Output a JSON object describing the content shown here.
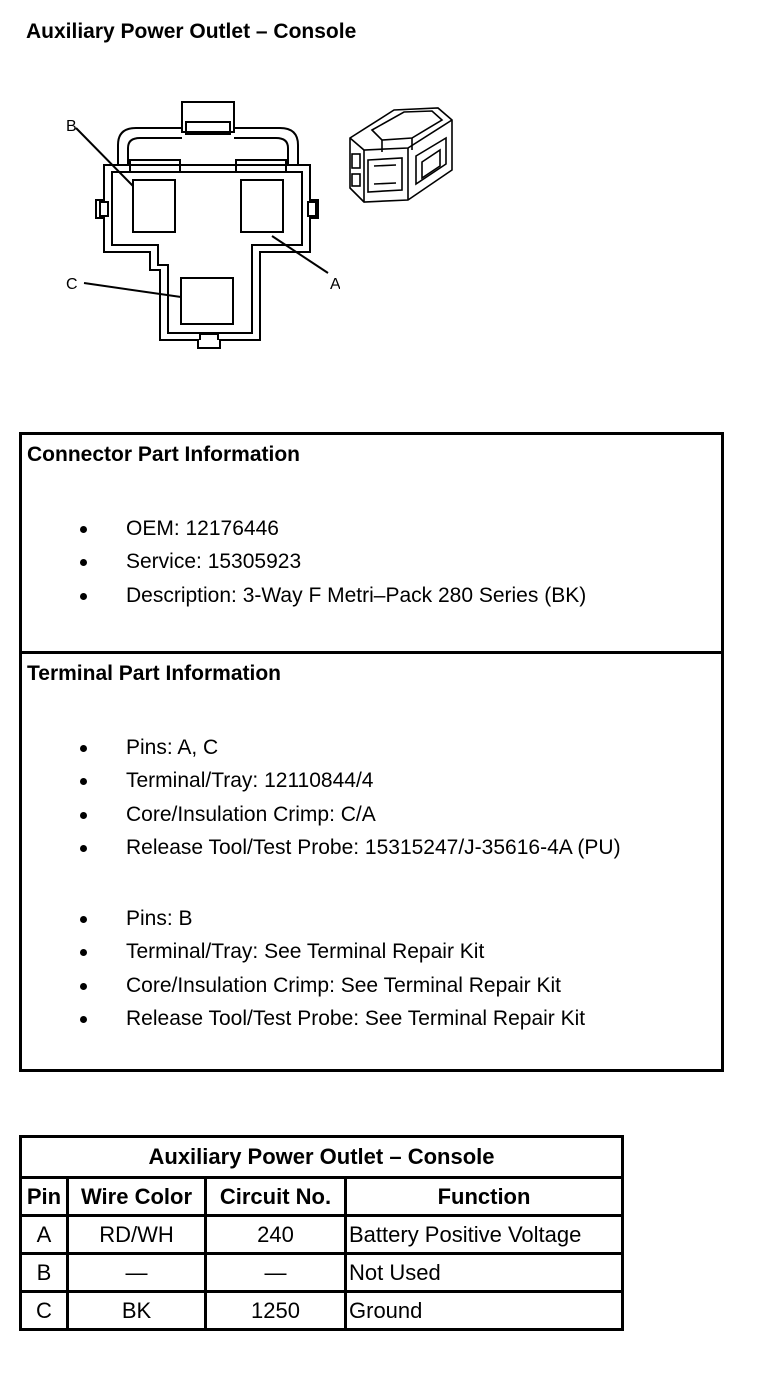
{
  "title": "Auxiliary Power Outlet – Console",
  "diagram": {
    "labels": {
      "b": "B",
      "a": "A",
      "c": "C"
    }
  },
  "connector_info": {
    "heading": "Connector Part Information",
    "items": [
      "OEM: 12176446",
      "Service: 15305923",
      "Description: 3-Way F Metri–Pack 280 Series (BK)"
    ]
  },
  "terminal_info": {
    "heading": "Terminal Part Information",
    "group1": [
      "Pins: A, C",
      "Terminal/Tray: 12110844/4",
      "Core/Insulation Crimp: C/A",
      "Release Tool/Test Probe: 15315247/J-35616-4A (PU)"
    ],
    "group2": [
      "Pins: B",
      "Terminal/Tray: See Terminal Repair Kit",
      "Core/Insulation Crimp: See Terminal Repair Kit",
      "Release Tool/Test Probe: See Terminal Repair Kit"
    ]
  },
  "pin_table": {
    "caption": "Auxiliary Power Outlet – Console",
    "headers": [
      "Pin",
      "Wire Color",
      "Circuit No.",
      "Function"
    ],
    "rows": [
      [
        "A",
        "RD/WH",
        "240",
        "Battery Positive Voltage"
      ],
      [
        "B",
        "—",
        "—",
        "Not Used"
      ],
      [
        "C",
        "BK",
        "1250",
        "Ground"
      ]
    ]
  }
}
